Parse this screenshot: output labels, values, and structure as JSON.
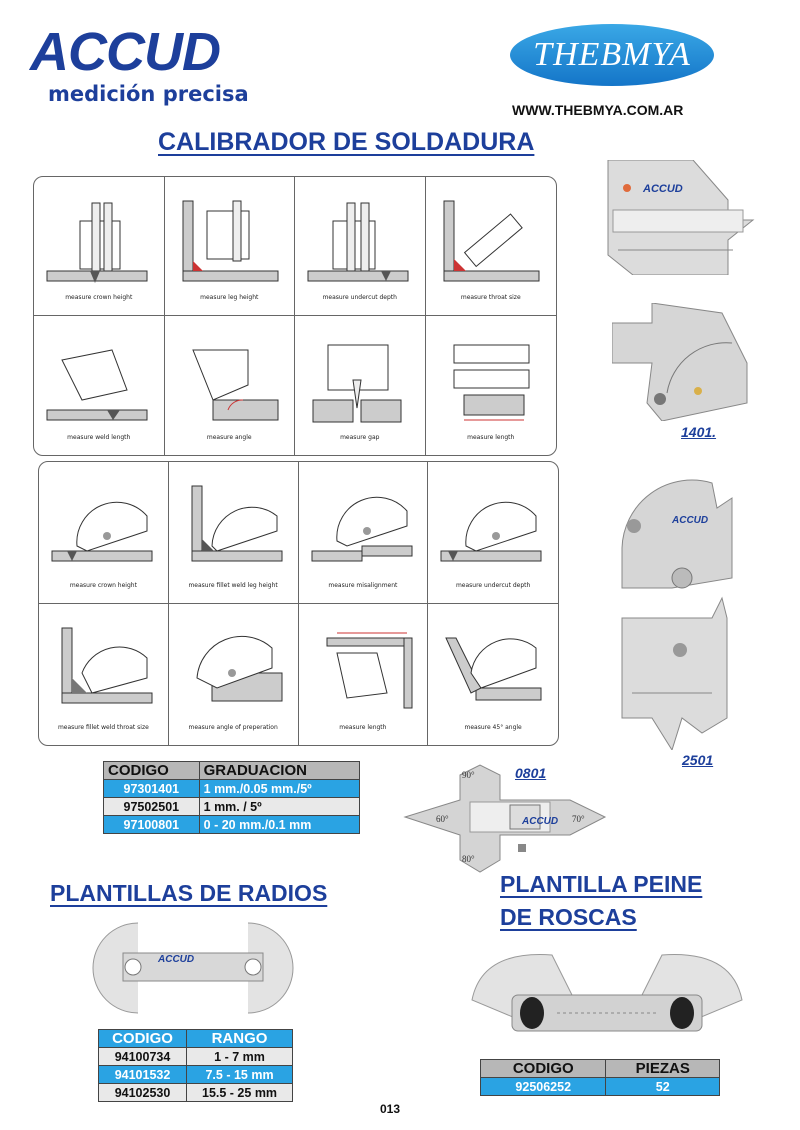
{
  "header": {
    "logo_text": "ACCUD",
    "logo_tagline": "medición precisa",
    "brand": "THEBMYA",
    "url": "WWW.THEBMYA.COM.AR"
  },
  "calibrador": {
    "title": "CALIBRADOR DE SOLDADURA",
    "grid1_captions": [
      "measure crown height",
      "measure leg height",
      "measure undercut depth",
      "measure throat size",
      "measure weld length",
      "measure angle",
      "measure gap",
      "measure length"
    ],
    "grid2_captions": [
      "measure crown height",
      "measure fillet weld leg height",
      "measure misalignment",
      "measure undercut depth",
      "measure fillet weld throat size",
      "measure angle of preperation",
      "measure length",
      "measure 45° angle"
    ],
    "product_labels": {
      "p1401": "1401.",
      "p2501": "2501",
      "p0801": "0801"
    },
    "gauge_brand": "ACCUD",
    "angle_marks": [
      "90°",
      "60°",
      "70°",
      "80°"
    ],
    "table": {
      "headers": [
        "CODIGO",
        "GRADUACION"
      ],
      "rows": [
        [
          "97301401",
          "1 mm./0.05 mm./5º"
        ],
        [
          "97502501",
          "1 mm. / 5º"
        ],
        [
          "97100801",
          "0 - 20 mm./0.1 mm"
        ]
      ]
    }
  },
  "radios": {
    "title": "PLANTILLAS DE RADIOS",
    "table": {
      "headers": [
        "CODIGO",
        "RANGO"
      ],
      "rows": [
        [
          "94100734",
          "1 - 7 mm"
        ],
        [
          "94101532",
          "7.5 - 15 mm"
        ],
        [
          "94102530",
          "15.5 - 25 mm"
        ]
      ]
    }
  },
  "roscas": {
    "title_line1": "PLANTILLA PEINE",
    "title_line2": "DE ROSCAS",
    "table": {
      "headers": [
        "CODIGO",
        "PIEZAS"
      ],
      "rows": [
        [
          "92506252",
          "52"
        ]
      ]
    }
  },
  "page_number": "013",
  "colors": {
    "brand_blue": "#1d3f9b",
    "highlight": "#2aa3e3",
    "header_grey": "#b7b7b7"
  }
}
